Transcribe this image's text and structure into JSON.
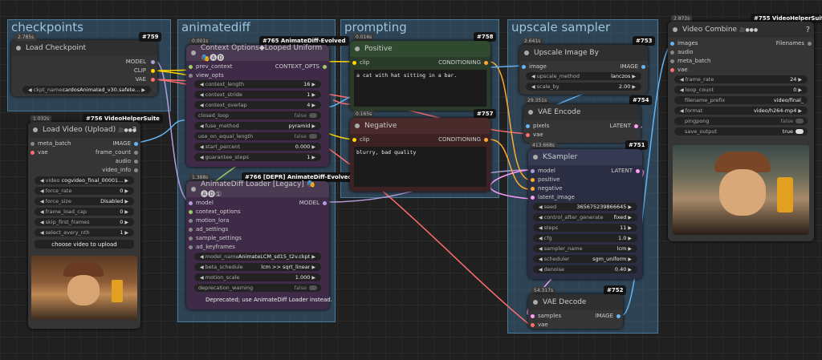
{
  "groups": {
    "checkpoints": "checkpoints",
    "animatediff": "animatediff",
    "prompting": "prompting",
    "upscale": "upscale sampler"
  },
  "load_checkpoint": {
    "time": "2.785s",
    "id": "#759",
    "title": "Load Checkpoint",
    "outputs": [
      "MODEL",
      "CLIP",
      "VAE"
    ],
    "ckpt_label": "ckpt_name",
    "ckpt_value": "cardosAnimated_v30.safete..."
  },
  "load_video": {
    "time": "1.032s",
    "badge": "#756 VideoHelperSuite",
    "title": "Load Video (Upload)",
    "icons": "🎥●●●",
    "help": "?",
    "inputs": [
      "meta_batch",
      "vae"
    ],
    "outputs": [
      "IMAGE",
      "frame_count",
      "audio",
      "video_info"
    ],
    "widgets": [
      {
        "label": "video",
        "value": "cogvideo_final_00001..."
      },
      {
        "label": "force_rate",
        "value": "0"
      },
      {
        "label": "force_size",
        "value": "Disabled"
      },
      {
        "label": "frame_load_cap",
        "value": "0"
      },
      {
        "label": "skip_first_frames",
        "value": "0"
      },
      {
        "label": "select_every_nth",
        "value": "1"
      }
    ],
    "upload_label": "choose video to upload"
  },
  "context_options": {
    "time": "0.001s",
    "badge": "#765 AnimateDiff-Evolved",
    "title": "Context Options◆Looped Uniform 🎭🅐🅓",
    "inputs": [
      "prev_context",
      "view_opts"
    ],
    "output": "CONTEXT_OPTS",
    "widgets": [
      {
        "label": "context_length",
        "value": "16",
        "type": "num"
      },
      {
        "label": "context_stride",
        "value": "1",
        "type": "num"
      },
      {
        "label": "context_overlap",
        "value": "4",
        "type": "num"
      },
      {
        "label": "closed_loop",
        "value": "false",
        "type": "tog"
      },
      {
        "label": "fuse_method",
        "value": "pyramid",
        "type": "sel"
      },
      {
        "label": "use_on_equal_length",
        "value": "false",
        "type": "tog"
      },
      {
        "label": "start_percent",
        "value": "0.000",
        "type": "num"
      },
      {
        "label": "guarantee_steps",
        "value": "1",
        "type": "num"
      }
    ]
  },
  "animatediff_loader": {
    "time": "1.388s",
    "badge": "#766 [DEPR] AnimateDiff-Evolved",
    "title": "AnimateDiff Loader [Legacy] 🎭🅐🅓①",
    "inputs": [
      "model",
      "context_options",
      "motion_lora",
      "ad_settings",
      "sample_settings",
      "ad_keyframes"
    ],
    "output": "MODEL",
    "widgets": [
      {
        "label": "model_name",
        "value": "AnimateLCM_sd15_t2v.ckpt",
        "type": "sel"
      },
      {
        "label": "beta_schedule",
        "value": "lcm >> sqrt_linear",
        "type": "sel"
      },
      {
        "label": "motion_scale",
        "value": "1.000",
        "type": "num"
      },
      {
        "label": "deprecation_warning",
        "value": "false",
        "type": "tog"
      }
    ],
    "note": "Deprecated; use AnimateDiff Loader instead."
  },
  "positive": {
    "time": "0.016s",
    "id": "#758",
    "title": "Positive",
    "input": "clip",
    "output": "CONDITIONING",
    "text": "a cat with hat sitting in a bar."
  },
  "negative": {
    "time": "0.165s",
    "id": "#757",
    "title": "Negative",
    "input": "clip",
    "output": "CONDITIONING",
    "text": "blurry, bad quality"
  },
  "upscale": {
    "time": "2.641s",
    "id": "#753",
    "title": "Upscale Image By",
    "input": "image",
    "output": "IMAGE",
    "widgets": [
      {
        "label": "upscale_method",
        "value": "lanczos"
      },
      {
        "label": "scale_by",
        "value": "2.00"
      }
    ]
  },
  "vae_encode": {
    "time": "29.351s",
    "id": "#754",
    "title": "VAE Encode",
    "inputs": [
      "pixels",
      "vae"
    ],
    "output": "LATENT"
  },
  "ksampler": {
    "time": "413.668s",
    "id": "#751",
    "title": "KSampler",
    "inputs": [
      "model",
      "positive",
      "negative",
      "latent_image"
    ],
    "output": "LATENT",
    "widgets": [
      {
        "label": "seed",
        "value": "365675239866645"
      },
      {
        "label": "control_after_generate",
        "value": "fixed"
      },
      {
        "label": "steps",
        "value": "11"
      },
      {
        "label": "cfg",
        "value": "1.0"
      },
      {
        "label": "sampler_name",
        "value": "lcm"
      },
      {
        "label": "scheduler",
        "value": "sgm_uniform"
      },
      {
        "label": "denoise",
        "value": "0.40"
      }
    ]
  },
  "vae_decode": {
    "time": "54.317s",
    "id": "#752",
    "title": "VAE Decode",
    "inputs": [
      "samples",
      "vae"
    ],
    "output": "IMAGE"
  },
  "video_combine": {
    "time": "2.872s",
    "badge": "#755 VideoHelperSuite",
    "title": "Video Combine",
    "icons": "🎥●●●",
    "help": "?",
    "inputs": [
      "images",
      "audio",
      "meta_batch",
      "vae"
    ],
    "output": "Filenames",
    "widgets": [
      {
        "label": "frame_rate",
        "value": "24",
        "type": "num"
      },
      {
        "label": "loop_count",
        "value": "0",
        "type": "num"
      },
      {
        "label": "filename_prefix",
        "value": "video/final_",
        "type": "text"
      },
      {
        "label": "format",
        "value": "video/h264-mp4",
        "type": "sel"
      },
      {
        "label": "pingpong",
        "value": "false",
        "type": "tog"
      },
      {
        "label": "save_output",
        "value": "true",
        "type": "togon"
      }
    ]
  },
  "colors": {
    "model": "#b39ddb",
    "clip": "#ffd500",
    "vae": "#ff6e6e",
    "conditioning": "#ffa931",
    "image": "#64b5f6",
    "latent": "#ff9cf9",
    "context": "#9ccc65"
  }
}
